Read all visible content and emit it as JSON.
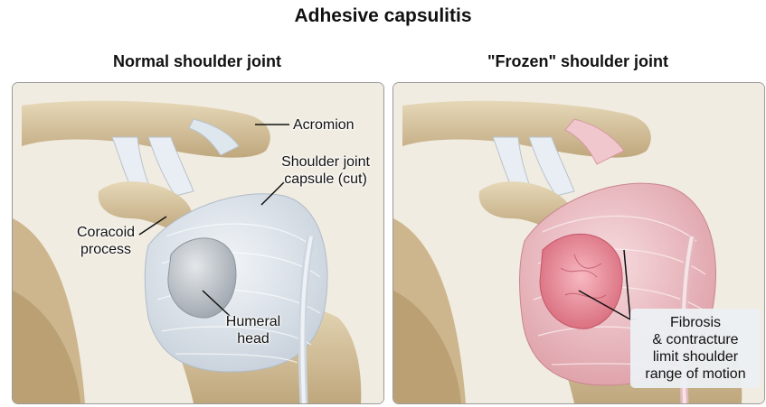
{
  "title": "Adhesive capsulitis",
  "panels": {
    "normal": {
      "heading": "Normal shoulder joint",
      "labels": {
        "acromion": "Acromion",
        "capsule_line1": "Shoulder joint",
        "capsule_line2": "capsule (cut)",
        "coracoid_line1": "Coracoid",
        "coracoid_line2": "process",
        "humeral_line1": "Humeral",
        "humeral_line2": "head"
      }
    },
    "frozen": {
      "heading": "\"Frozen\" shoulder joint",
      "callout": {
        "line1": "Fibrosis",
        "line2": "& contracture",
        "line3": "limit shoulder",
        "line4": "range of motion"
      }
    }
  },
  "colors": {
    "bone": "#d8c7a3",
    "bone_shadow": "#b9a27a",
    "capsule_normal": "#dfe6ee",
    "capsule_frozen": "#efc3c8",
    "inflamed": "#e88d9a"
  }
}
